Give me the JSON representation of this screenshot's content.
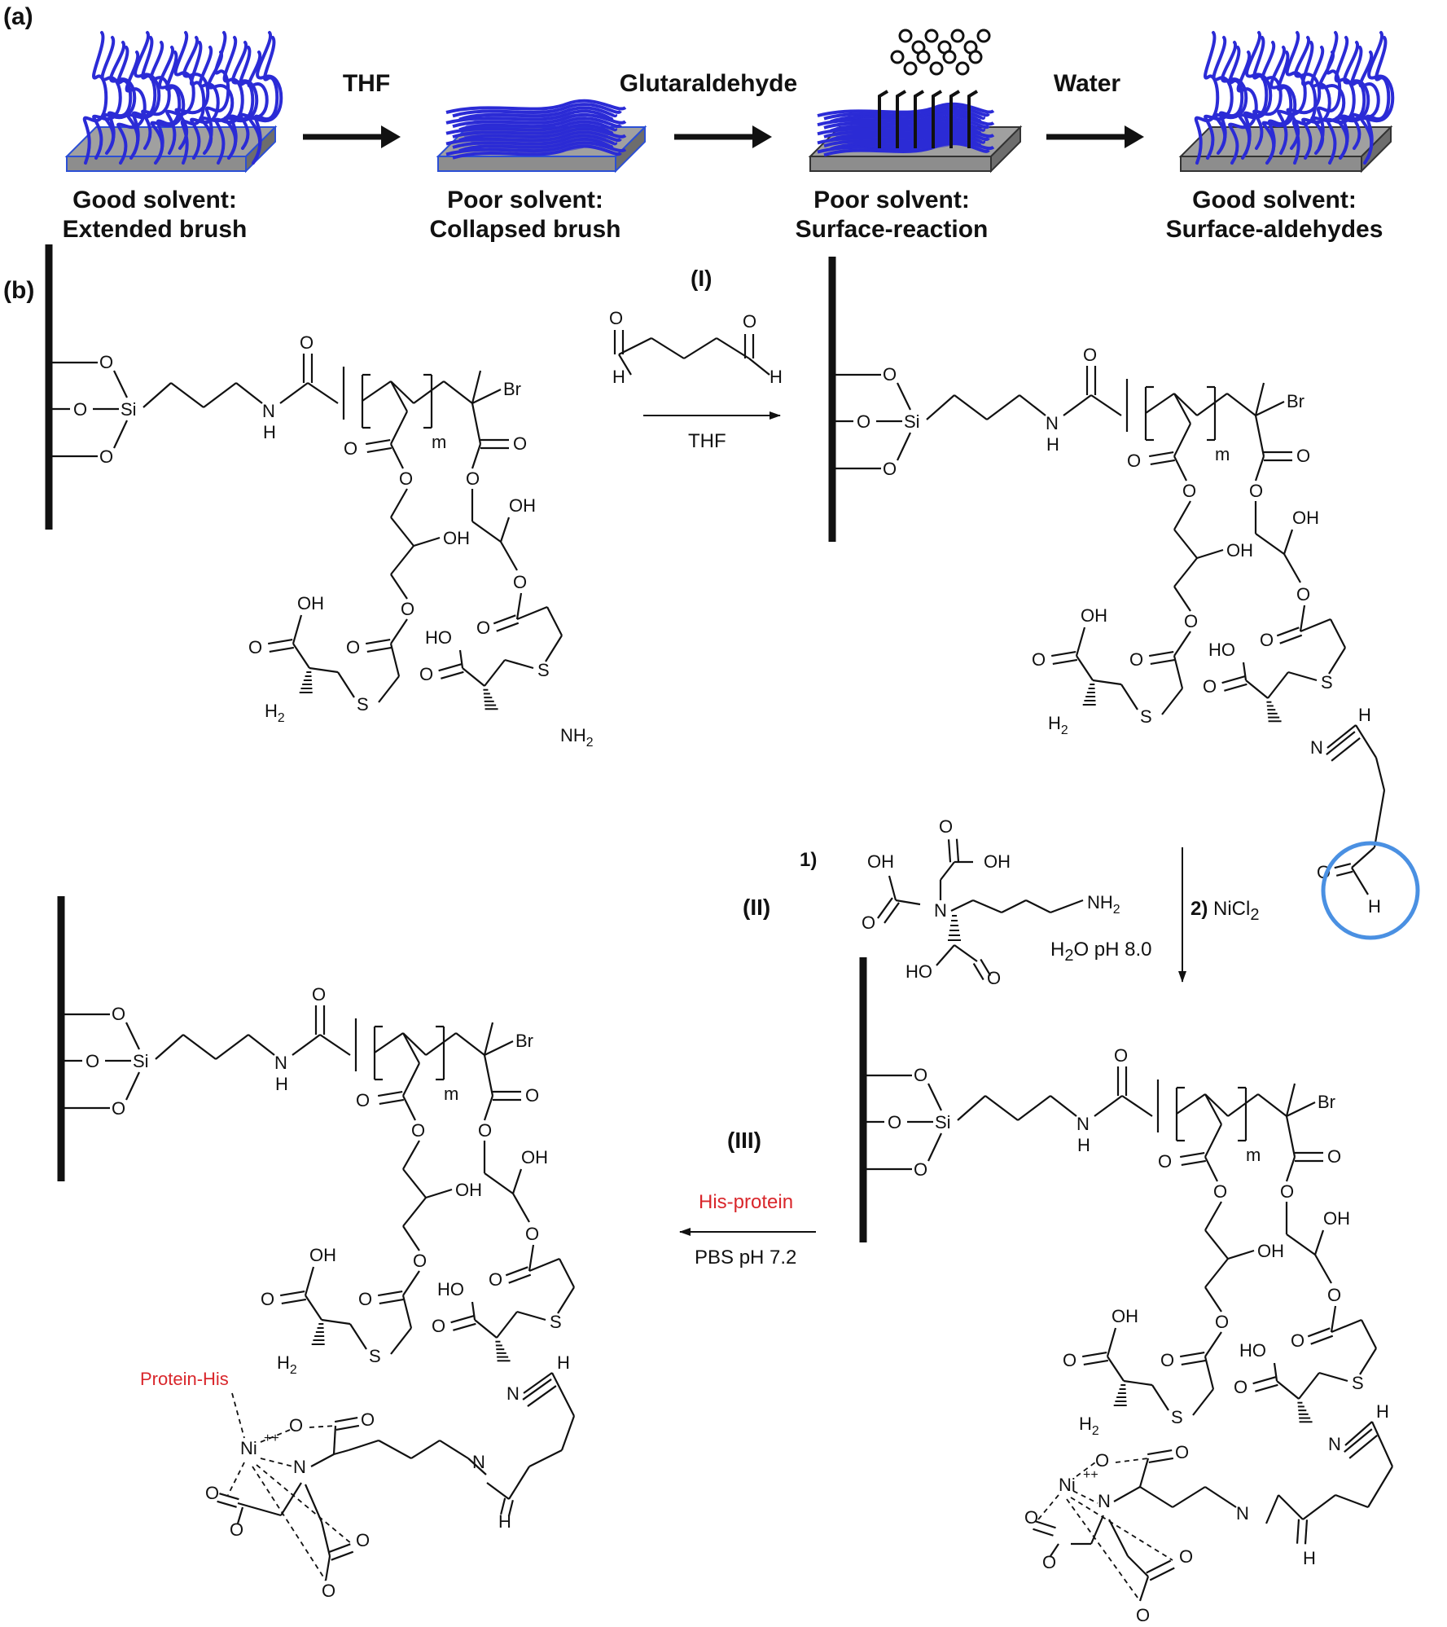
{
  "panel_a": {
    "label": "(a)",
    "steps": [
      {
        "caption_line1": "Good solvent:",
        "caption_line2": "Extended brush"
      },
      {
        "caption_line1": "Poor solvent:",
        "caption_line2": "Collapsed brush"
      },
      {
        "caption_line1": "Poor solvent:",
        "caption_line2": "Surface-reaction"
      },
      {
        "caption_line1": "Good solvent:",
        "caption_line2": "Surface-aldehydes"
      }
    ],
    "arrows": [
      {
        "label": "THF"
      },
      {
        "label": "Glutaraldehyde"
      },
      {
        "label": "Water"
      }
    ],
    "brush_color": "#2b2bd6",
    "slab_color": "#a0a0a0"
  },
  "panel_b": {
    "label": "(b)",
    "step_I": {
      "roman": "(I)",
      "solvent": "THF"
    },
    "step_II": {
      "roman": "(II)",
      "step1": "1)",
      "step2_num": "2)",
      "step2_reagent": "NiCl",
      "step2_sub": "2",
      "solvent_h": "H",
      "solvent_sub": "2",
      "solvent_rest": "O pH 8.0"
    },
    "step_III": {
      "roman": "(III)",
      "reagent": "His-protein",
      "buffer": "PBS pH 7.2"
    },
    "protein_label": "Protein-His",
    "atoms": {
      "O": "O",
      "Si": "Si",
      "N": "N",
      "H": "H",
      "Br": "Br",
      "OH": "OH",
      "HO": "HO",
      "S": "S",
      "m": "m",
      "NH": "NH",
      "NH2": "NH",
      "H2N": "H",
      "sub2": "2",
      "Ni": "Ni",
      "Ni_charge": "++"
    },
    "highlight_color": "#4a90e2",
    "accent_red": "#d9262b"
  }
}
